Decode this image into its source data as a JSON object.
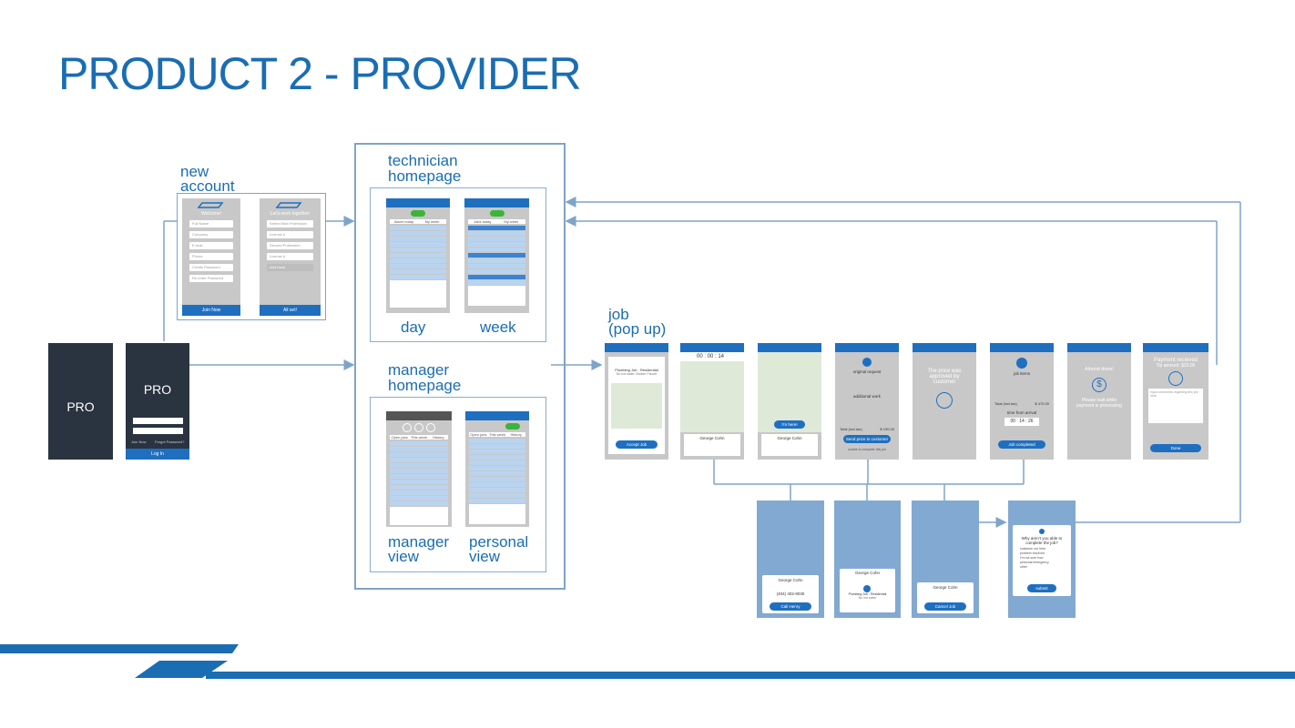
{
  "title": "PRODUCT 2 - PROVIDER",
  "labels": {
    "new_account_1": "new",
    "new_account_2": "account",
    "technician_1": "technician",
    "technician_2": "homepage",
    "manager_1": "manager",
    "manager_2": "homepage",
    "day": "day",
    "week": "week",
    "manager_view_1": "manager",
    "manager_view_2": "view",
    "personal_view_1": "personal",
    "personal_view_2": "view",
    "job_1": "job",
    "job_2": "(pop up)"
  },
  "screens": {
    "login": {
      "brand": "PRO",
      "join_now": "Join Now",
      "forgot": "Forgot Password?",
      "login_btn": "Log In"
    },
    "welcome": {
      "heading": "Welcome!",
      "fields": [
        "Full Name",
        "Company",
        "E-mail",
        "Phone",
        "Create Password",
        "Re-enter Password"
      ],
      "button": "Join Now"
    },
    "work": {
      "heading": "Let's work together!",
      "fields": [
        "Select Main Profession",
        "License #",
        "Second Profession",
        "License #"
      ],
      "add": "Add more",
      "button": "All set!"
    },
    "tech_day": {
      "tab1": "Alarm today",
      "tab2": "My week"
    },
    "tech_week": {
      "tab1": "Jobs today",
      "tab2": "My week"
    },
    "mgr_view": {
      "tabs": [
        "Open jobs",
        "This week",
        "History"
      ]
    },
    "personal_view": {
      "tabs": [
        "Open jobs",
        "This week",
        "History"
      ]
    },
    "job_popup": {
      "job": "Plumbing Job - Residential",
      "sub": "No hot water, Broken Faucet",
      "button": "Accept Job"
    },
    "timer": {
      "time": "00 : 00 : 14",
      "name": "George Cohn"
    },
    "im_here": {
      "button": "I'm here!",
      "name": "George Cohn"
    },
    "request": {
      "h1": "original request",
      "h2": "additional work",
      "total_label": "Total (incl tax)",
      "total": "$ 190.00",
      "button": "Send price to customer",
      "note": "unable to complete this job"
    },
    "approved": {
      "text": "The price was approved by customer"
    },
    "items": {
      "heading": "job items",
      "total_label": "Total (incl tax)",
      "total": "$ 470.00",
      "time_label": "time from arrival",
      "time": "00 : 14 : 26",
      "button": "Job completed"
    },
    "almost": {
      "heading": "Almost done!",
      "text": "Please wait while payment is processing"
    },
    "payment": {
      "heading": "Payment recieved",
      "tip": "Tip amount: $20.00",
      "note": "input comments regarding this job here",
      "button": "Done"
    },
    "call": {
      "name": "George Cohn",
      "phone": "(404) 402-8030",
      "button": "Call Henry"
    },
    "job_info": {
      "name": "George Cohn",
      "job": "Plumbing Job - Residential",
      "sub": "No hot water"
    },
    "cancel": {
      "name": "George Cohn",
      "button": "Cancel Job"
    },
    "unable": {
      "question": "Why aren't you able to complete the job?",
      "options": [
        "customer not here",
        "problem resolved",
        "I'm not sure how",
        "personal emergency",
        "other"
      ],
      "button": "submit"
    }
  },
  "colors": {
    "brand": "#1a6db3",
    "button": "#1f6fc0",
    "arrow": "#7fa4c8",
    "panel": "#82a9d1"
  }
}
